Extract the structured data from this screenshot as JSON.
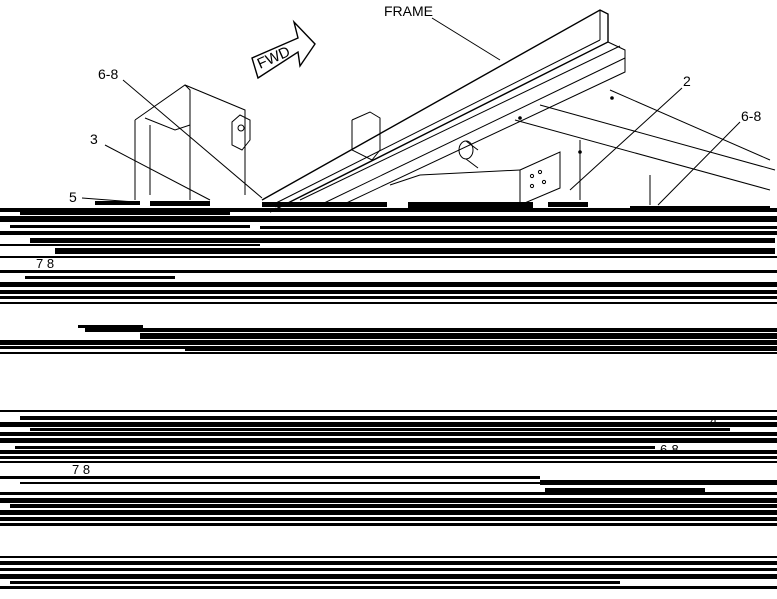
{
  "diagram": {
    "labels": {
      "frame": "FRAME",
      "fwd": "FWD",
      "c1": "6-8",
      "c2": "2",
      "c3": "6-8",
      "c4": "3",
      "c5": "5",
      "c6": "7 8",
      "c7": "4",
      "c8": "6-8",
      "c9": "7 8"
    }
  }
}
